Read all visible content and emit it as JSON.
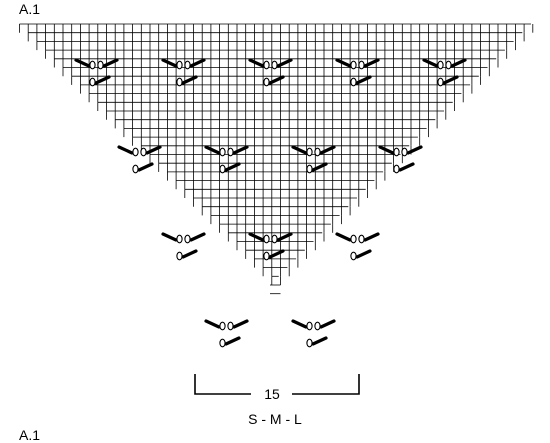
{
  "diagram": {
    "title": "A.1",
    "repeat_stitches": "15",
    "sizes": "S - M - L",
    "next_title": "A.1",
    "rows": 31,
    "colors": {
      "grid": "#000000",
      "symbol": "#000000",
      "background": "#ffffff"
    },
    "symbols": [
      {
        "name": "yarn-over",
        "glyph": "O"
      },
      {
        "name": "k2tog-left-slant",
        "glyph": "\\"
      },
      {
        "name": "k2tog-right-slant",
        "glyph": "/"
      }
    ]
  }
}
